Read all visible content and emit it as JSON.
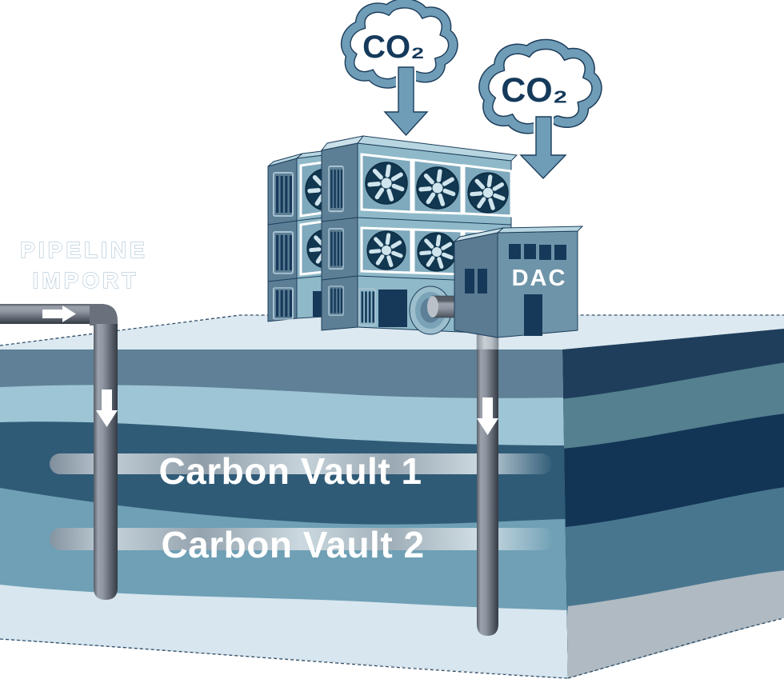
{
  "illustration": {
    "clouds": [
      {
        "label": "CO₂"
      },
      {
        "label": "CO₂"
      }
    ],
    "pipeline_import": {
      "line1": "PIPELINE",
      "line2": "IMPORT"
    },
    "dac_building": {
      "label": "DAC"
    },
    "vaults": [
      {
        "label": "Carbon Vault 1"
      },
      {
        "label": "Carbon Vault 2"
      }
    ],
    "palette": {
      "cloud_outline": "#6F9DB8",
      "co2_text": "#153A5B",
      "navy_edge": "#1D3D5A",
      "building_front": "#8FB9C9",
      "building_side": "#5D7F95",
      "fan_panel": "#7FA9BD",
      "fan_disc": "#123750",
      "fan_blade": "#CFE4EC",
      "dac_front": "#6E94A9",
      "dac_side": "#5A7B92",
      "window_navy": "#16395A",
      "pipe_dark": "#343A44",
      "pipe_light": "#9BA2AC",
      "ground_top": "#DCE9F1",
      "layer_slate": "#5F8096",
      "layer_lightblue": "#9EC5D5",
      "vault1_layer": "#2F5B77",
      "vault2_layer": "#6FA0B5",
      "layer_pale": "#D7E6EF",
      "right_navy": "#1E3E5B",
      "right_teal": "#54808F",
      "right_navy2": "#123556",
      "right_steel": "#49768F",
      "right_gray": "#AFBAC2",
      "label_white": "#FFFFFF"
    }
  }
}
